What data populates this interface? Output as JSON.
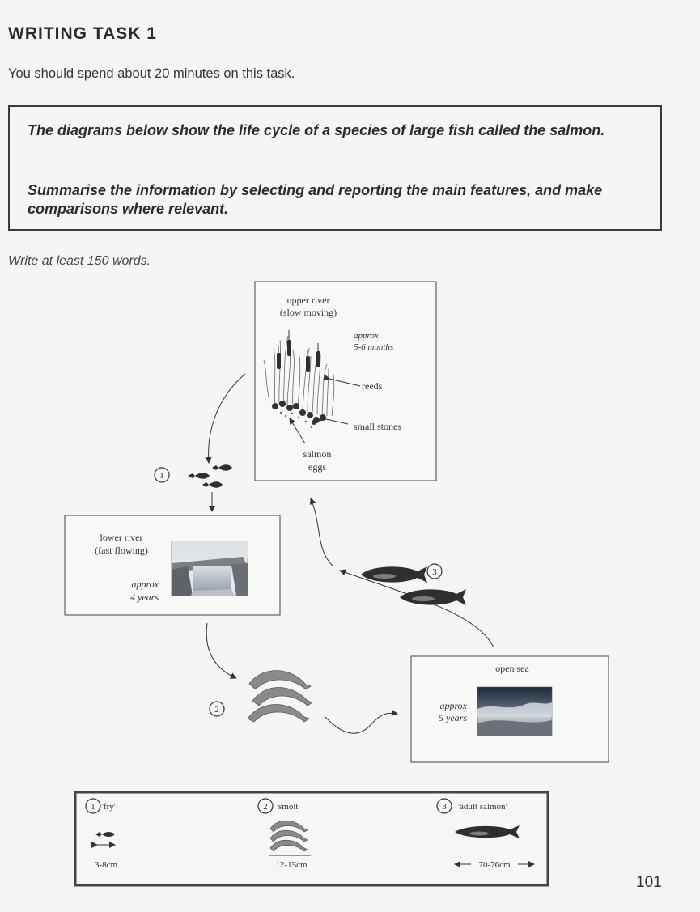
{
  "header": {
    "title": "WRITING TASK 1",
    "instruction": "You should spend about 20 minutes on this task."
  },
  "task_box": {
    "prompt": "The diagrams below show the life cycle of a species of large fish called the salmon.",
    "directive": "Summarise the information by selecting and reporting the main features, and make comparisons where relevant."
  },
  "word_requirement": "Write at least 150 words.",
  "diagram": {
    "upper_river": {
      "title_line1": "upper river",
      "title_line2": "(slow moving)",
      "duration_line1": "approx",
      "duration_line2": "5-6 months",
      "reeds_label": "reeds",
      "stones_label": "small stones",
      "eggs_line1": "salmon",
      "eggs_line2": "eggs"
    },
    "lower_river": {
      "title_line1": "lower river",
      "title_line2": "(fast flowing)",
      "duration_line1": "approx",
      "duration_line2": "4 years"
    },
    "open_sea": {
      "title": "open sea",
      "duration_line1": "approx",
      "duration_line2": "5 years"
    },
    "stage_markers": {
      "fry": "1",
      "smolt": "2",
      "adult": "3"
    }
  },
  "legend": {
    "fry": {
      "number": "1",
      "name": "'fry'",
      "size": "3-8cm"
    },
    "smolt": {
      "number": "2",
      "name": "'smolt'",
      "size": "12-15cm"
    },
    "adult": {
      "number": "3",
      "name": "'adult salmon'",
      "size": "70-76cm"
    }
  },
  "page_number": "101",
  "colors": {
    "fish": "#2f2f2f",
    "smolt": "#8a8a8a",
    "frame": "#333333",
    "sea": "#3d4a5a"
  }
}
